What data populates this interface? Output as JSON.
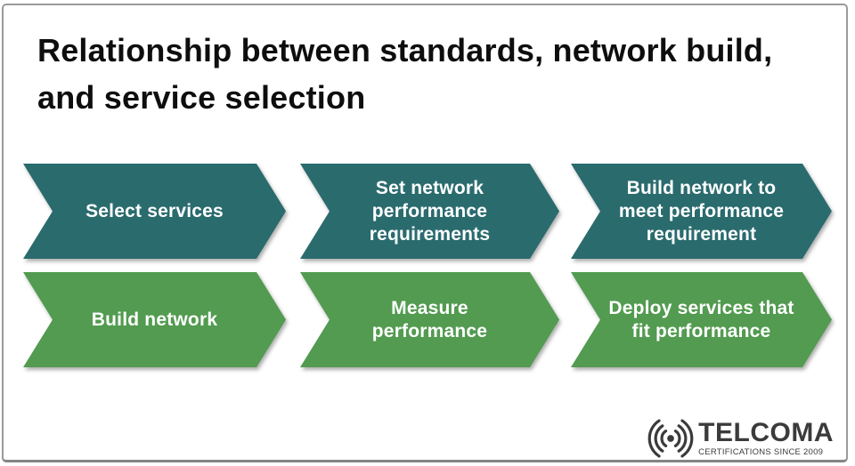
{
  "title": {
    "line1": "Relationship between standards, network build,",
    "line2": "and service selection"
  },
  "colors": {
    "teal_arrow": "#2a6b6e",
    "green_arrow": "#529b50",
    "arrow_text": "#ffffff",
    "title_text": "#0e0e0e",
    "logo_text": "#3b3b3b",
    "frame_border": "#9a9a9a"
  },
  "rows": [
    {
      "name": "standards-driven-flow",
      "color": "teal",
      "steps": [
        {
          "label": "Select services"
        },
        {
          "label": "Set network\nperformance\nrequirements"
        },
        {
          "label": "Build network to\nmeet performance\nrequirement"
        }
      ]
    },
    {
      "name": "build-first-flow",
      "color": "green",
      "steps": [
        {
          "label": "Build network"
        },
        {
          "label": "Measure\nperformance"
        },
        {
          "label": "Deploy services that\nfit performance"
        }
      ]
    }
  ],
  "logo": {
    "icon": "signal-waves-icon",
    "brand": "TELCOMA",
    "tagline": "CERTIFICATIONS SINCE 2009"
  }
}
